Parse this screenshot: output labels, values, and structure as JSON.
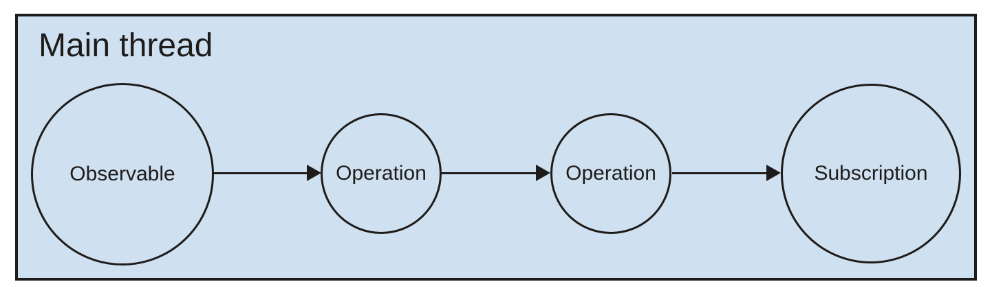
{
  "diagram": {
    "title": "Main thread",
    "nodes": [
      {
        "id": "observable",
        "label": "Observable"
      },
      {
        "id": "operation-1",
        "label": "Operation"
      },
      {
        "id": "operation-2",
        "label": "Operation"
      },
      {
        "id": "subscription",
        "label": "Subscription"
      }
    ],
    "arrows": [
      {
        "from": "observable",
        "to": "operation-1"
      },
      {
        "from": "operation-1",
        "to": "operation-2"
      },
      {
        "from": "operation-2",
        "to": "subscription"
      }
    ],
    "colors": {
      "panel_background": "#cfe0f1",
      "stroke": "#1e1c1a",
      "page_background": "#ffffff"
    }
  }
}
